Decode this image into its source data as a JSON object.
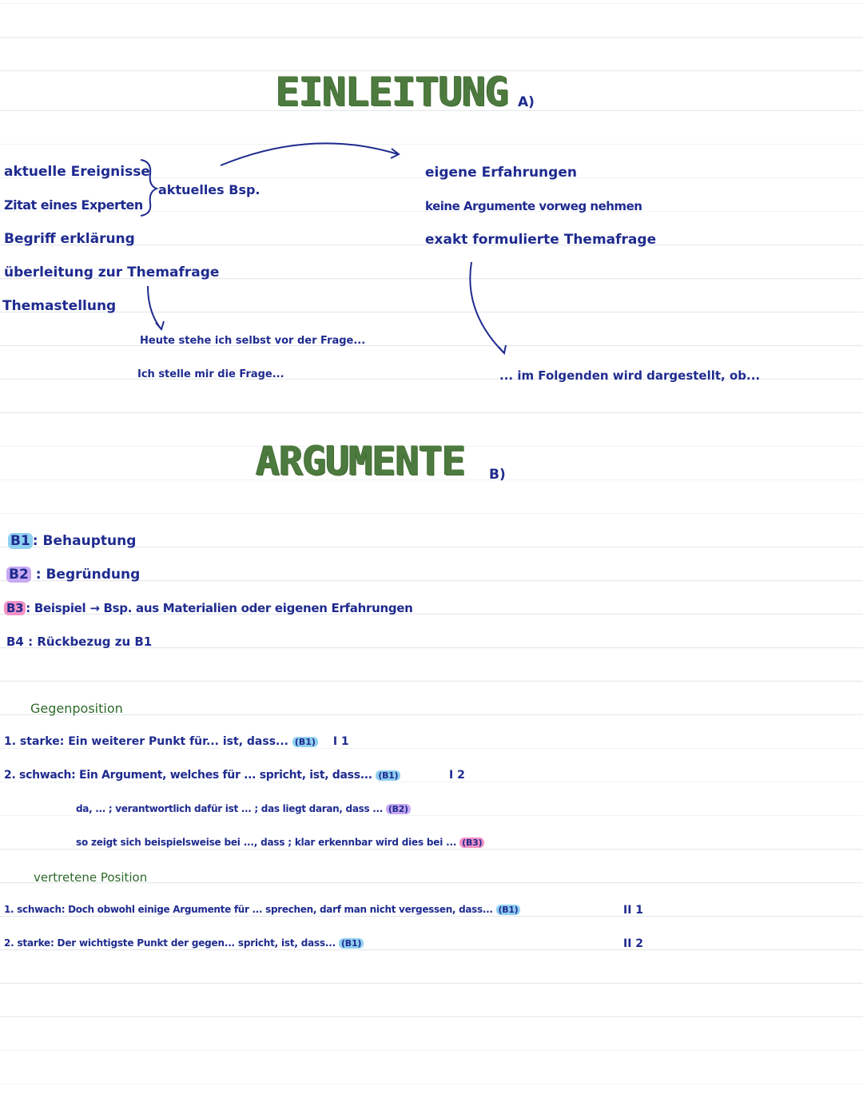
{
  "einleitung": {
    "heading": "EINLEITUNG",
    "section_marker": "A)",
    "left_list": [
      "aktuelle Ereignisse",
      "Zitat eines Experten",
      "Begriff erklärung",
      "überleitung zur Themafrage",
      "Themastellung"
    ],
    "brace_label": "aktuelles Bsp.",
    "right_list": [
      "eigene Erfahrungen",
      "keine Argumente vorweg nehmen",
      "exakt formulierte Themafrage"
    ],
    "left_examples": [
      "Heute stehe ich selbst vor der Frage...",
      "Ich stelle mir die Frage..."
    ],
    "right_example": "... im Folgenden wird dargestellt, ob..."
  },
  "argumente": {
    "heading": "ARGUMENTE",
    "section_marker": "B)",
    "parts": [
      {
        "tag": "B1",
        "sep": ":",
        "text": "Behauptung",
        "color": "#8fd0f0"
      },
      {
        "tag": "B2",
        "sep": ":",
        "text": "Begründung",
        "color": "#c8a9f2"
      },
      {
        "tag": "B3",
        "sep": ":",
        "text": "Beispiel → Bsp. aus Materialien oder eigenen Erfahrungen",
        "color": "#f492c6"
      },
      {
        "tag": "B4",
        "sep": ":",
        "text": "Rückbezug zu B1",
        "color": ""
      }
    ],
    "gegenposition": {
      "title": "Gegenposition",
      "line1": {
        "text": "1. starke: Ein weiterer Punkt für... ist, dass...",
        "tag": "(B1)",
        "roman": "I 1"
      },
      "line2": {
        "text": "2. schwach: Ein Argument, welches für ... spricht, ist, dass...",
        "tag": "(B1)",
        "roman": "I 2"
      },
      "line3": {
        "text": "da, ... ; verantwortlich dafür ist ... ; das liegt daran, dass ...",
        "tag": "(B2)"
      },
      "line4": {
        "text": "so zeigt sich beispielsweise bei ..., dass ; klar erkennbar wird dies bei ...",
        "tag": "(B3)"
      }
    },
    "vertretene": {
      "title": "vertretene Position",
      "line1": {
        "text": "1. schwach: Doch obwohl einige Argumente für ... sprechen, darf man nicht vergessen, dass...",
        "tag": "(B1)",
        "roman": "II 1"
      },
      "line2": {
        "text": "2. starke: Der wichtigste Punkt der gegen... spricht, ist, dass...",
        "tag": "(B1)",
        "roman": "II 2"
      }
    }
  }
}
